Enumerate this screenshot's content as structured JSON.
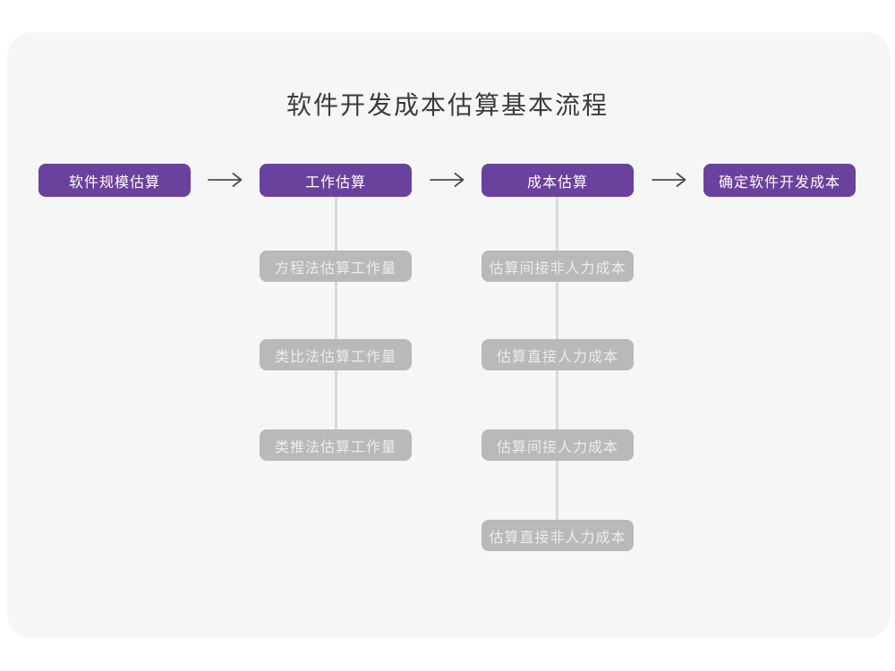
{
  "title": "软件开发成本估算基本流程",
  "colors": {
    "primary_purple": "#6a419c",
    "gray_node_background": "#b9b9b9",
    "gray_node_text": "#ececec",
    "card_background": "#f6f6f7",
    "connector_line": "#d9d9d9",
    "arrow": "#4d4d4d",
    "title_text": "#3c3c3c"
  },
  "flow": {
    "main_steps": [
      "软件规模估算",
      "工作估算",
      "成本估算",
      "确定软件开发成本"
    ],
    "work_estimation_methods": [
      "方程法估算工作量",
      "类比法估算工作量",
      "类推法估算工作量"
    ],
    "cost_estimation_steps": [
      "估算间接非人力成本",
      "估算直接人力成本",
      "估算间接人力成本",
      "估算直接非人力成本"
    ]
  }
}
